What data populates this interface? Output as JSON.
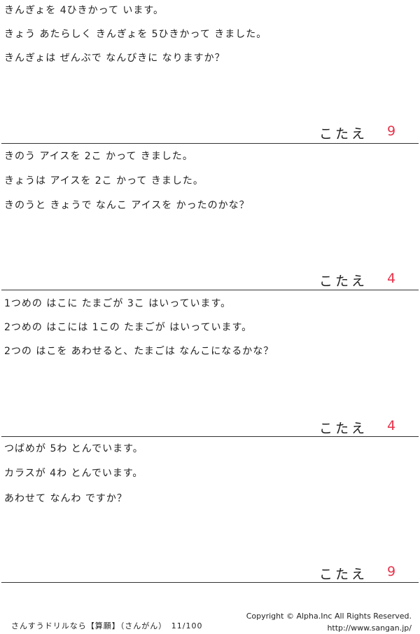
{
  "problems": [
    {
      "lines": [
        "きんぎょを 4ひきかって います。",
        "きょう あたらしく きんぎょを 5ひきかって きました。",
        "きんぎょは ぜんぶで なんびきに なりますか？"
      ],
      "answer_label": "こたえ",
      "answer": "9"
    },
    {
      "lines": [
        "きのう アイスを 2こ かって きました。",
        "きょうは アイスを 2こ かって きました。",
        "きのうと きょうで なんこ アイスを かったのかな？"
      ],
      "answer_label": "こたえ",
      "answer": "4"
    },
    {
      "lines": [
        "1つめの はこに たまごが 3こ はいっています。",
        "2つめの はこには 1この たまごが はいっています。",
        "2つの はこを あわせると、たまごは なんこになるかな？"
      ],
      "answer_label": "こたえ",
      "answer": "4"
    },
    {
      "lines": [
        "つばめが 5わ とんでいます。",
        "カラスが 4わ とんでいます。",
        "あわせて なんわ ですか？"
      ],
      "answer_label": "こたえ",
      "answer": "9"
    }
  ],
  "footer": {
    "drill_title": "さんすうドリルなら【算願】（さんがん）　11/100",
    "copyright": "Copyright ©  Alpha.Inc All Rights Reserved.",
    "url": "http://www.sangan.jp/"
  }
}
